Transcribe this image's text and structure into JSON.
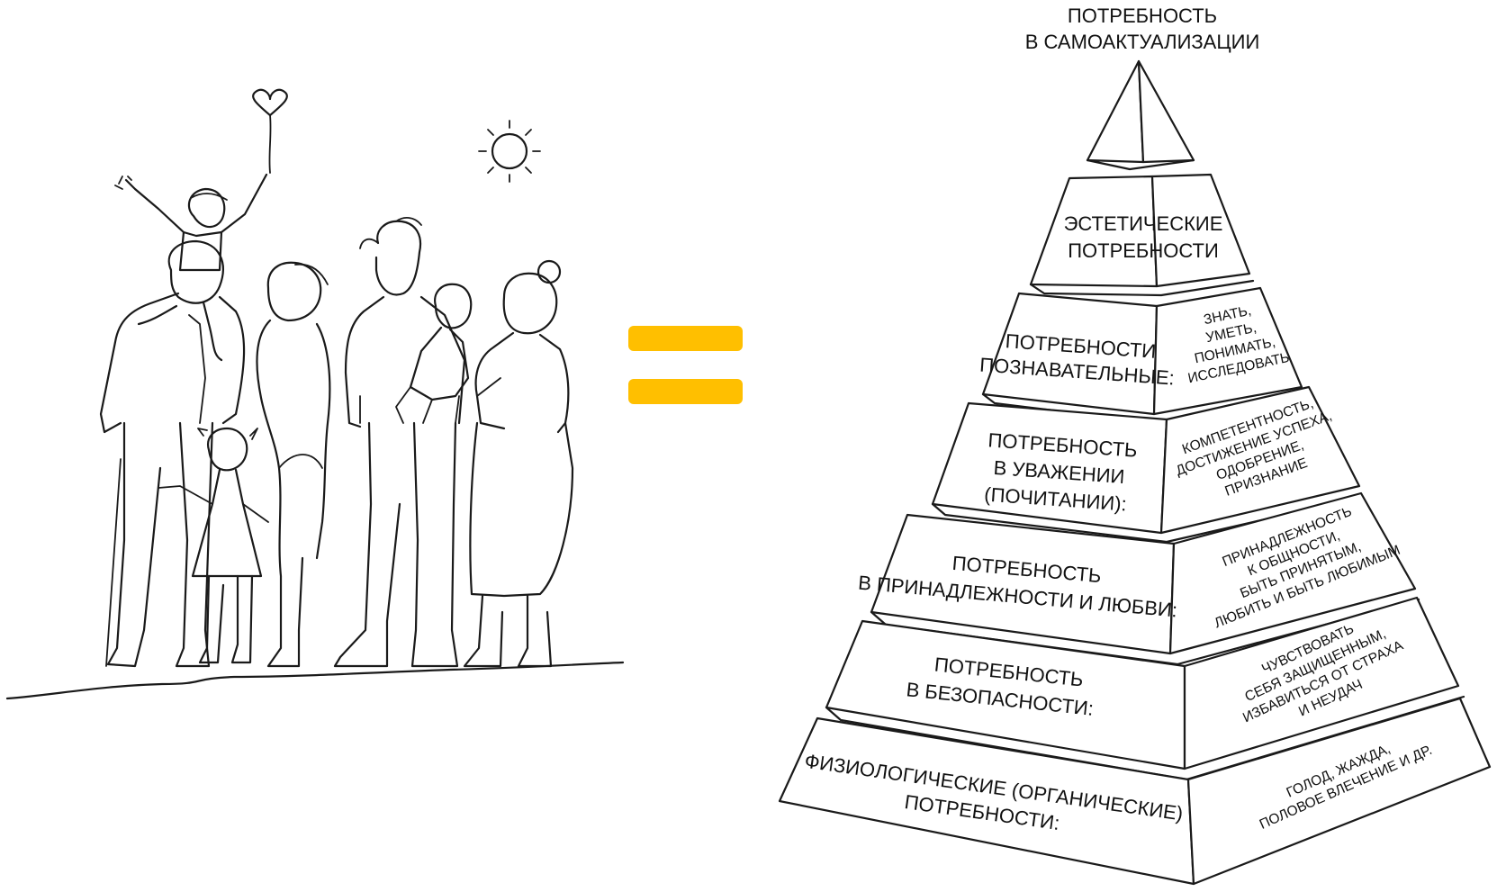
{
  "colors": {
    "accent": "#FFBF00",
    "line": "#1a1a1a",
    "background": "#ffffff"
  },
  "illustration": {
    "icons": [
      "heart-balloon-icon",
      "sun-icon"
    ]
  },
  "pyramid": {
    "apex": {
      "line1": "ПОТРЕБНОСТЬ",
      "line2": "В САМОАКТУАЛИЗАЦИИ"
    },
    "levels": [
      {
        "title_lines": [
          "ЭСТЕТИЧЕСКИЕ",
          "ПОТРЕБНОСТИ"
        ],
        "detail_lines": []
      },
      {
        "title_lines": [
          "ПОТРЕБНОСТИ",
          "ПОЗНАВАТЕЛЬНЫЕ:"
        ],
        "detail_lines": [
          "ЗНАТЬ,",
          "УМЕТЬ,",
          "ПОНИМАТЬ,",
          "ИССЛЕДОВАТЬ"
        ]
      },
      {
        "title_lines": [
          "ПОТРЕБНОСТЬ",
          "В УВАЖЕНИИ",
          "(ПОЧИТАНИИ):"
        ],
        "detail_lines": [
          "КОМПЕТЕНТНОСТЬ,",
          "ДОСТИЖЕНИЕ УСПЕХА,",
          "ОДОБРЕНИЕ,",
          "ПРИЗНАНИЕ"
        ]
      },
      {
        "title_lines": [
          "ПОТРЕБНОСТЬ",
          "В ПРИНАДЛЕЖНОСТИ И ЛЮБВИ:"
        ],
        "detail_lines": [
          "ПРИНАДЛЕЖНОСТЬ",
          "К ОБЩНОСТИ,",
          "БЫТЬ ПРИНЯТЫМ,",
          "ЛЮБИТЬ И БЫТЬ ЛЮБИМЫМ"
        ]
      },
      {
        "title_lines": [
          "ПОТРЕБНОСТЬ",
          "В БЕЗОПАСНОСТИ:"
        ],
        "detail_lines": [
          "ЧУВСТВОВАТЬ",
          "СЕБЯ ЗАЩИЩЕННЫМ,",
          "ИЗБАВИТЬСЯ ОТ СТРАХА",
          "И НЕУДАЧ"
        ]
      },
      {
        "title_lines": [
          "ФИЗИОЛОГИЧЕСКИЕ (ОРГАНИЧЕСКИЕ)",
          "ПОТРЕБНОСТИ:"
        ],
        "detail_lines": [
          "ГОЛОД, ЖАЖДА,",
          "ПОЛОВОЕ ВЛЕЧЕНИЕ И ДР."
        ]
      }
    ]
  }
}
